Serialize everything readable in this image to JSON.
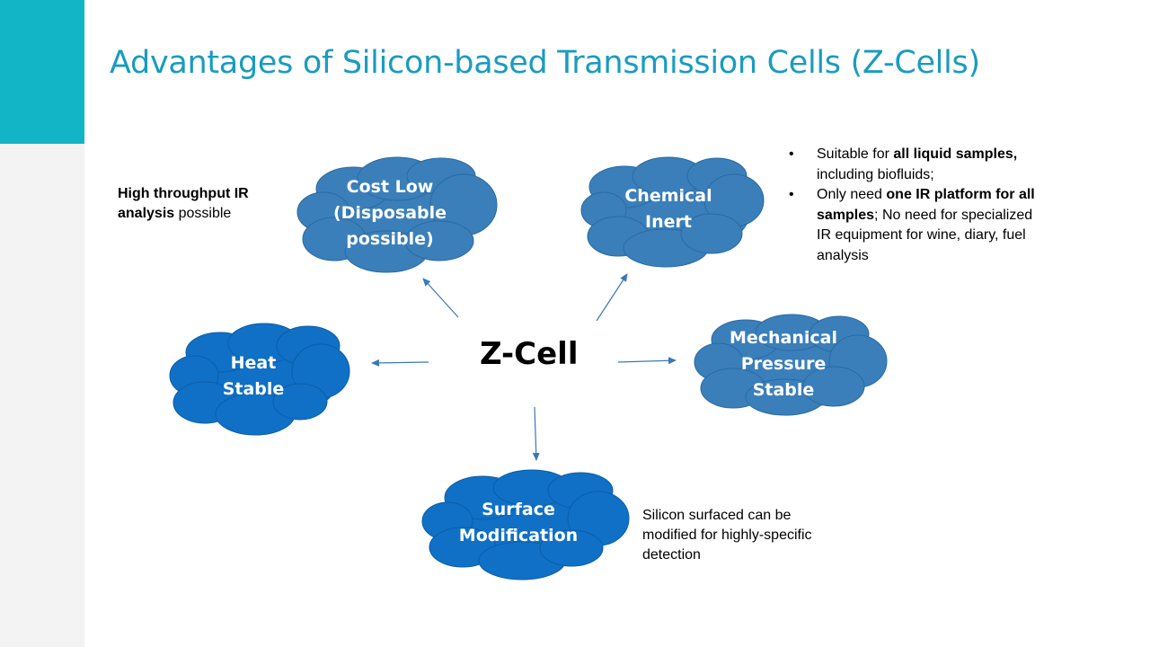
{
  "title": "Advantages of Silicon-based Transmission Cells (Z-Cells)",
  "center": "Z-Cell",
  "colors": {
    "accent": "#12b5c6",
    "title": "#1a9bc0",
    "cloud": "#3a7fba",
    "cloud_dark": "#0f70c6",
    "arrow": "#3b78b5"
  },
  "clouds": {
    "cost": [
      "Cost Low",
      "(Disposable",
      "possible)"
    ],
    "chemical": [
      "Chemical",
      "Inert"
    ],
    "heat": [
      "Heat",
      "Stable"
    ],
    "mechanical": [
      "Mechanical",
      "Pressure",
      "Stable"
    ],
    "surface": [
      "Surface",
      "Modification"
    ]
  },
  "notes": {
    "throughput": {
      "bold": "High throughput IR analysis",
      "rest": " possible"
    },
    "surface": "Silicon surfaced can be modified for highly-specific detection",
    "bullet_char": "•",
    "bullets": [
      {
        "text": "Suitable for ",
        "bold": "all liquid samples,",
        "rest": " including biofluids;"
      },
      {
        "text": "Only need ",
        "bold": "one IR platform for all samples",
        "rest": "; No need for specialized IR equipment for wine, diary, fuel analysis"
      }
    ]
  }
}
